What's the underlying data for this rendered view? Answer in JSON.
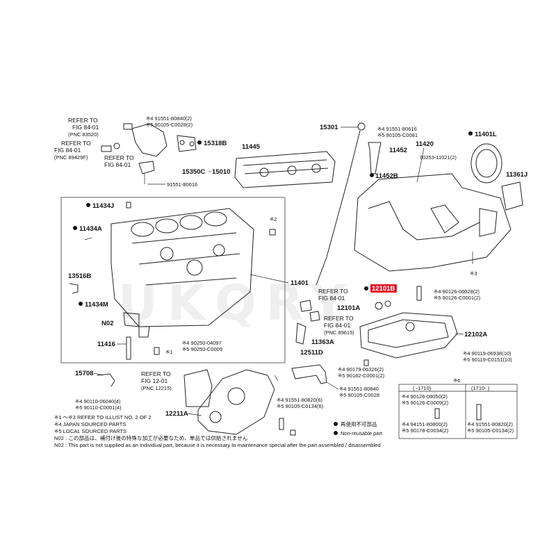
{
  "watermark": "UKQRY",
  "highlight_color": "#e8142a",
  "labels": {
    "refer_to_a": "REFER TO",
    "fig_84_01_a": "FIG 84-01",
    "pnc_83520": "(PNC 83520)",
    "refer_to_b": "REFER TO",
    "fig_84_01_b": "FIG 84-01",
    "pnc_89429f": "(PNC 89429F)",
    "refer_to_c": "REFER TO",
    "fig_84_01_c": "FIG 84-01",
    "p91551_80840": "※4 91551-80840(2)",
    "p90105_c0028": "※5 90105-C0028(2)",
    "p15318b": "15318B",
    "p11445": "11445",
    "p15350c": "15350C",
    "p15010": "15010",
    "p91551_80616": "91551-80616",
    "p15301": "15301",
    "p91551_80616b": "※4 91551-80616",
    "p90105_c0081": "※5 90105-C0081",
    "p11452": "11452",
    "p11420": "11420",
    "p11452b": "11452B",
    "p90253": "90253-11021(2)",
    "p11401l": "11401L",
    "p11361j": "11361J",
    "p11434j": "11434J",
    "p11434a": "11434A",
    "x2": "※2",
    "p13516b": "13516B",
    "p11434m": "11434M",
    "pN02": "N02",
    "p11416": "11416",
    "p11401": "11401",
    "refer_to_d": "REFER TO",
    "fig_84_01_d": "FIG 84-01",
    "refer_to_e": "REFER TO",
    "fig_84_01_e": "FIG 84-01",
    "pnc_89615": "(PNC 89615)",
    "p12101b": "12101B",
    "p12101a": "12101A",
    "x3": "※3",
    "p90126_06028": "※4 90126-06028(2)",
    "p90126_c0001": "※5 90126-C0001(2)",
    "p12102a": "12102A",
    "p90119_06938": "※4 90119-06938(10)",
    "p90119_c0151": "※5 90119-C0151(10)",
    "p90250_04097": "※4 90250-04097",
    "p90250_c0009": "※5 90250-C0009",
    "x1": "※1",
    "p11363a": "11363A",
    "p12511d": "12511D",
    "p90179_06326": "※4 90179-06326(2)",
    "p90182_c0001": "※5 90182-C0001(2)",
    "p15708": "15708",
    "refer_to_f": "REFER TO",
    "fig_12_01": "FIG 12-01",
    "pnc_12215": "(PNC 12215)",
    "p91551_80840b": "※4 91551-80840",
    "p90105_c0028b": "※5 90105-C0028",
    "p90110_06040": "※4 90110-06040(4)",
    "p90110_c0001": "※5 90110-C0001(4)",
    "p91551_80820_6": "※4 91551-80820(6)",
    "p90105_c0134_6": "※5 90105-C0134(6)",
    "p12211a": "12211A",
    "x6_header": "※6",
    "col1": "(  -1710)",
    "col2": "(1710-  )",
    "p90126_08050": "※4 90126-08050(2)",
    "p90126_c0009": "※5 90126-C0009(2)",
    "p94151_80800": "※4 94151-80800(2)",
    "p90178_c0034": "※5 90178-C0034(2)",
    "p91551_80820_2": "※4 91551-80820(2)",
    "p90105_c0134_2": "※5 90105-C0134(2)"
  },
  "legend": {
    "non_reusable_jp": "再使用不可部品",
    "non_reusable_en": "Non-reusable part"
  },
  "notes": [
    "※1 〜※3 REFER TO ILLUST NO. 2 OF 2",
    "※4 JAPAN SOURCED PARTS",
    "※5 LOCAL SOURCED PARTS",
    "N02 : この部品は、補付け後の特殊な加工が必要なため、単品では供給されません",
    "N02 : This part is not supplied as an individual part, because it is necessary to maintenance special after the part assembled / disassembled"
  ]
}
